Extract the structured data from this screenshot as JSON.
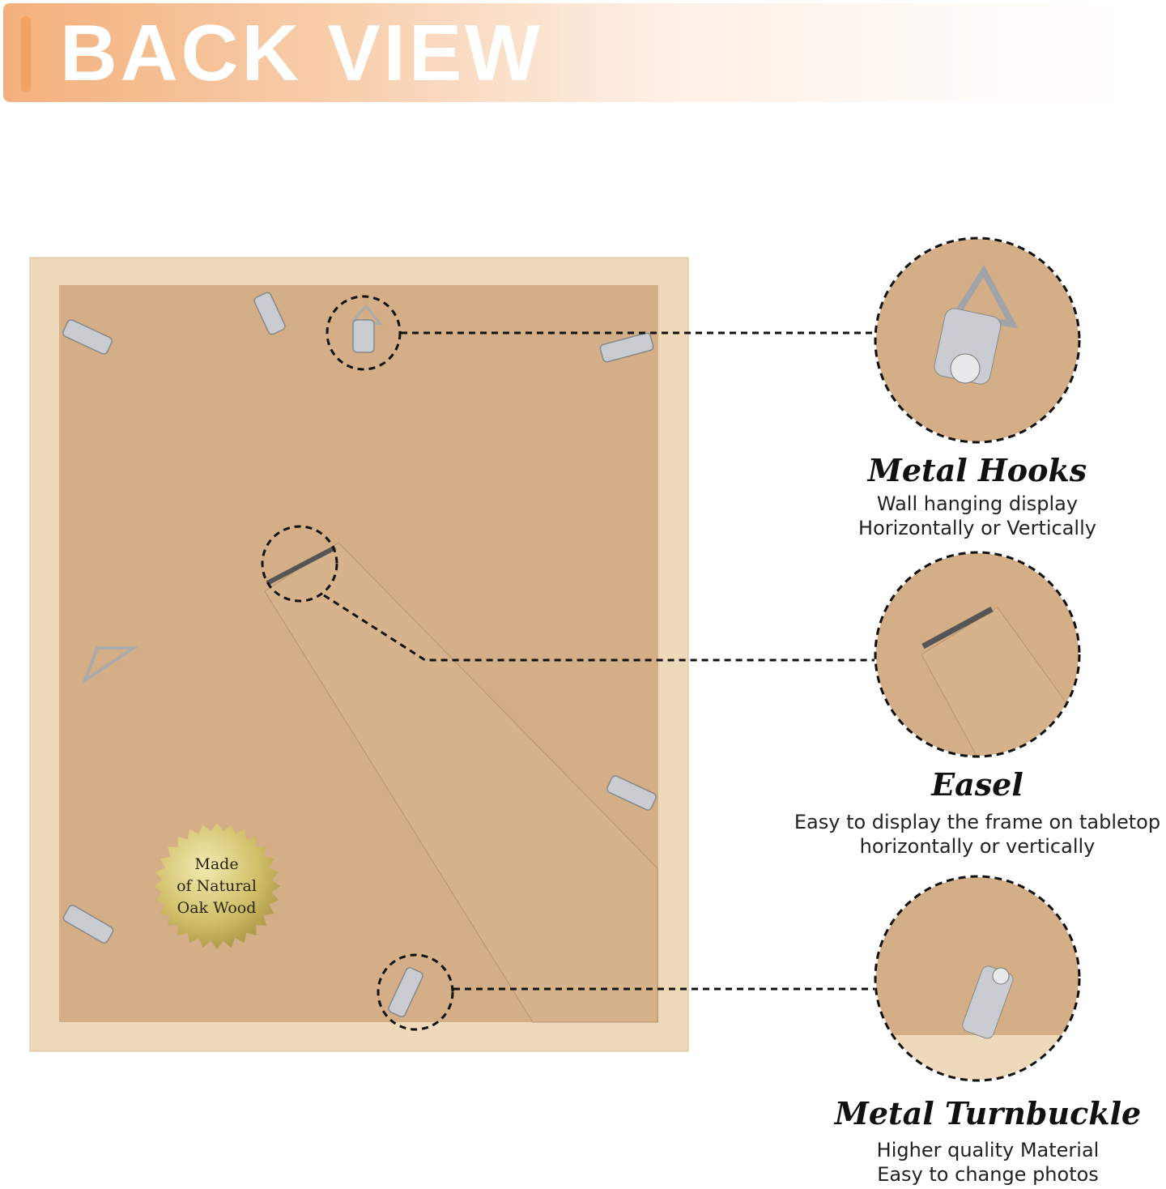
{
  "header": {
    "title": "BACK VIEW"
  },
  "seal": {
    "lines": [
      "Made",
      "of Natural",
      "Oak Wood"
    ]
  },
  "features": [
    {
      "title": "Metal Hooks",
      "lines": [
        "Wall hanging display",
        "Horizontally or Vertically"
      ]
    },
    {
      "title": "Easel",
      "lines": [
        "Easy to display the frame on tabletop",
        "horizontally or vertically"
      ]
    },
    {
      "title": "Metal Turnbuckle",
      "lines": [
        "Higher quality Material",
        "Easy to change photos"
      ]
    }
  ],
  "colors": {
    "accent": "#f3a265",
    "wood": "#efd9bb",
    "backing": "#d3ae86"
  }
}
